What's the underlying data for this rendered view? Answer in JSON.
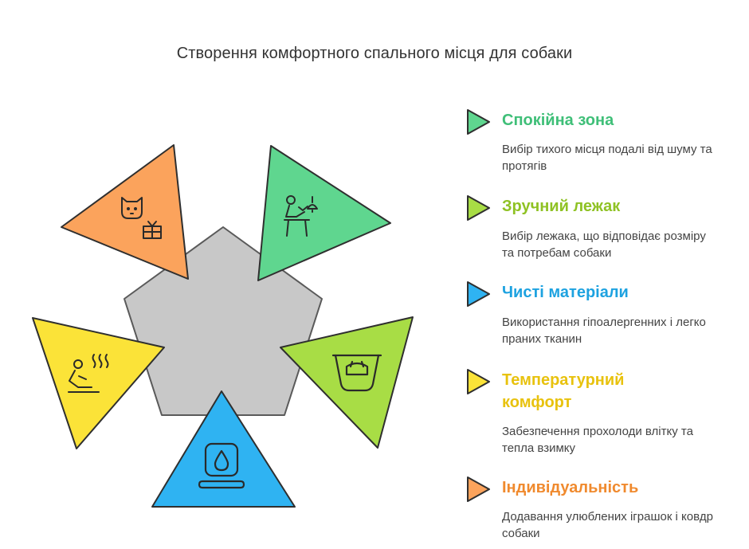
{
  "title": "Створення комфортного спального місця для собаки",
  "colors": {
    "center": "#c8c8c8",
    "center_stroke": "#5a5a5a",
    "stroke": "#2f2f2f"
  },
  "items": [
    {
      "title": "Спокійна зона",
      "description": "Вибір тихого місця подалі від шуму та протягів",
      "color": "#5fd68f",
      "title_color": "#3fbf78",
      "icon": "person-with-lamp-icon"
    },
    {
      "title": "Зручний лежак",
      "description": "Вибір лежака, що відповідає розміру та потребам собаки",
      "color": "#a8dd45",
      "title_color": "#8fc224",
      "icon": "dog-bed-icon"
    },
    {
      "title": "Чисті матеріали",
      "description": "Використання гіпоалергенних і легко праних тканин",
      "color": "#2fb3f2",
      "title_color": "#1da2e0",
      "icon": "clean-fabric-icon"
    },
    {
      "title": "Температурний комфорт",
      "description": "Забезпечення прохолоди влітку та тепла взимку",
      "color": "#fbe338",
      "title_color": "#e8c20e",
      "icon": "person-warmth-icon"
    },
    {
      "title": "Індивідуальність",
      "description": "Додавання улюблених іграшок і ковдр собаки",
      "color": "#fba35c",
      "title_color": "#f08a2e",
      "icon": "dog-gift-icon"
    }
  ]
}
